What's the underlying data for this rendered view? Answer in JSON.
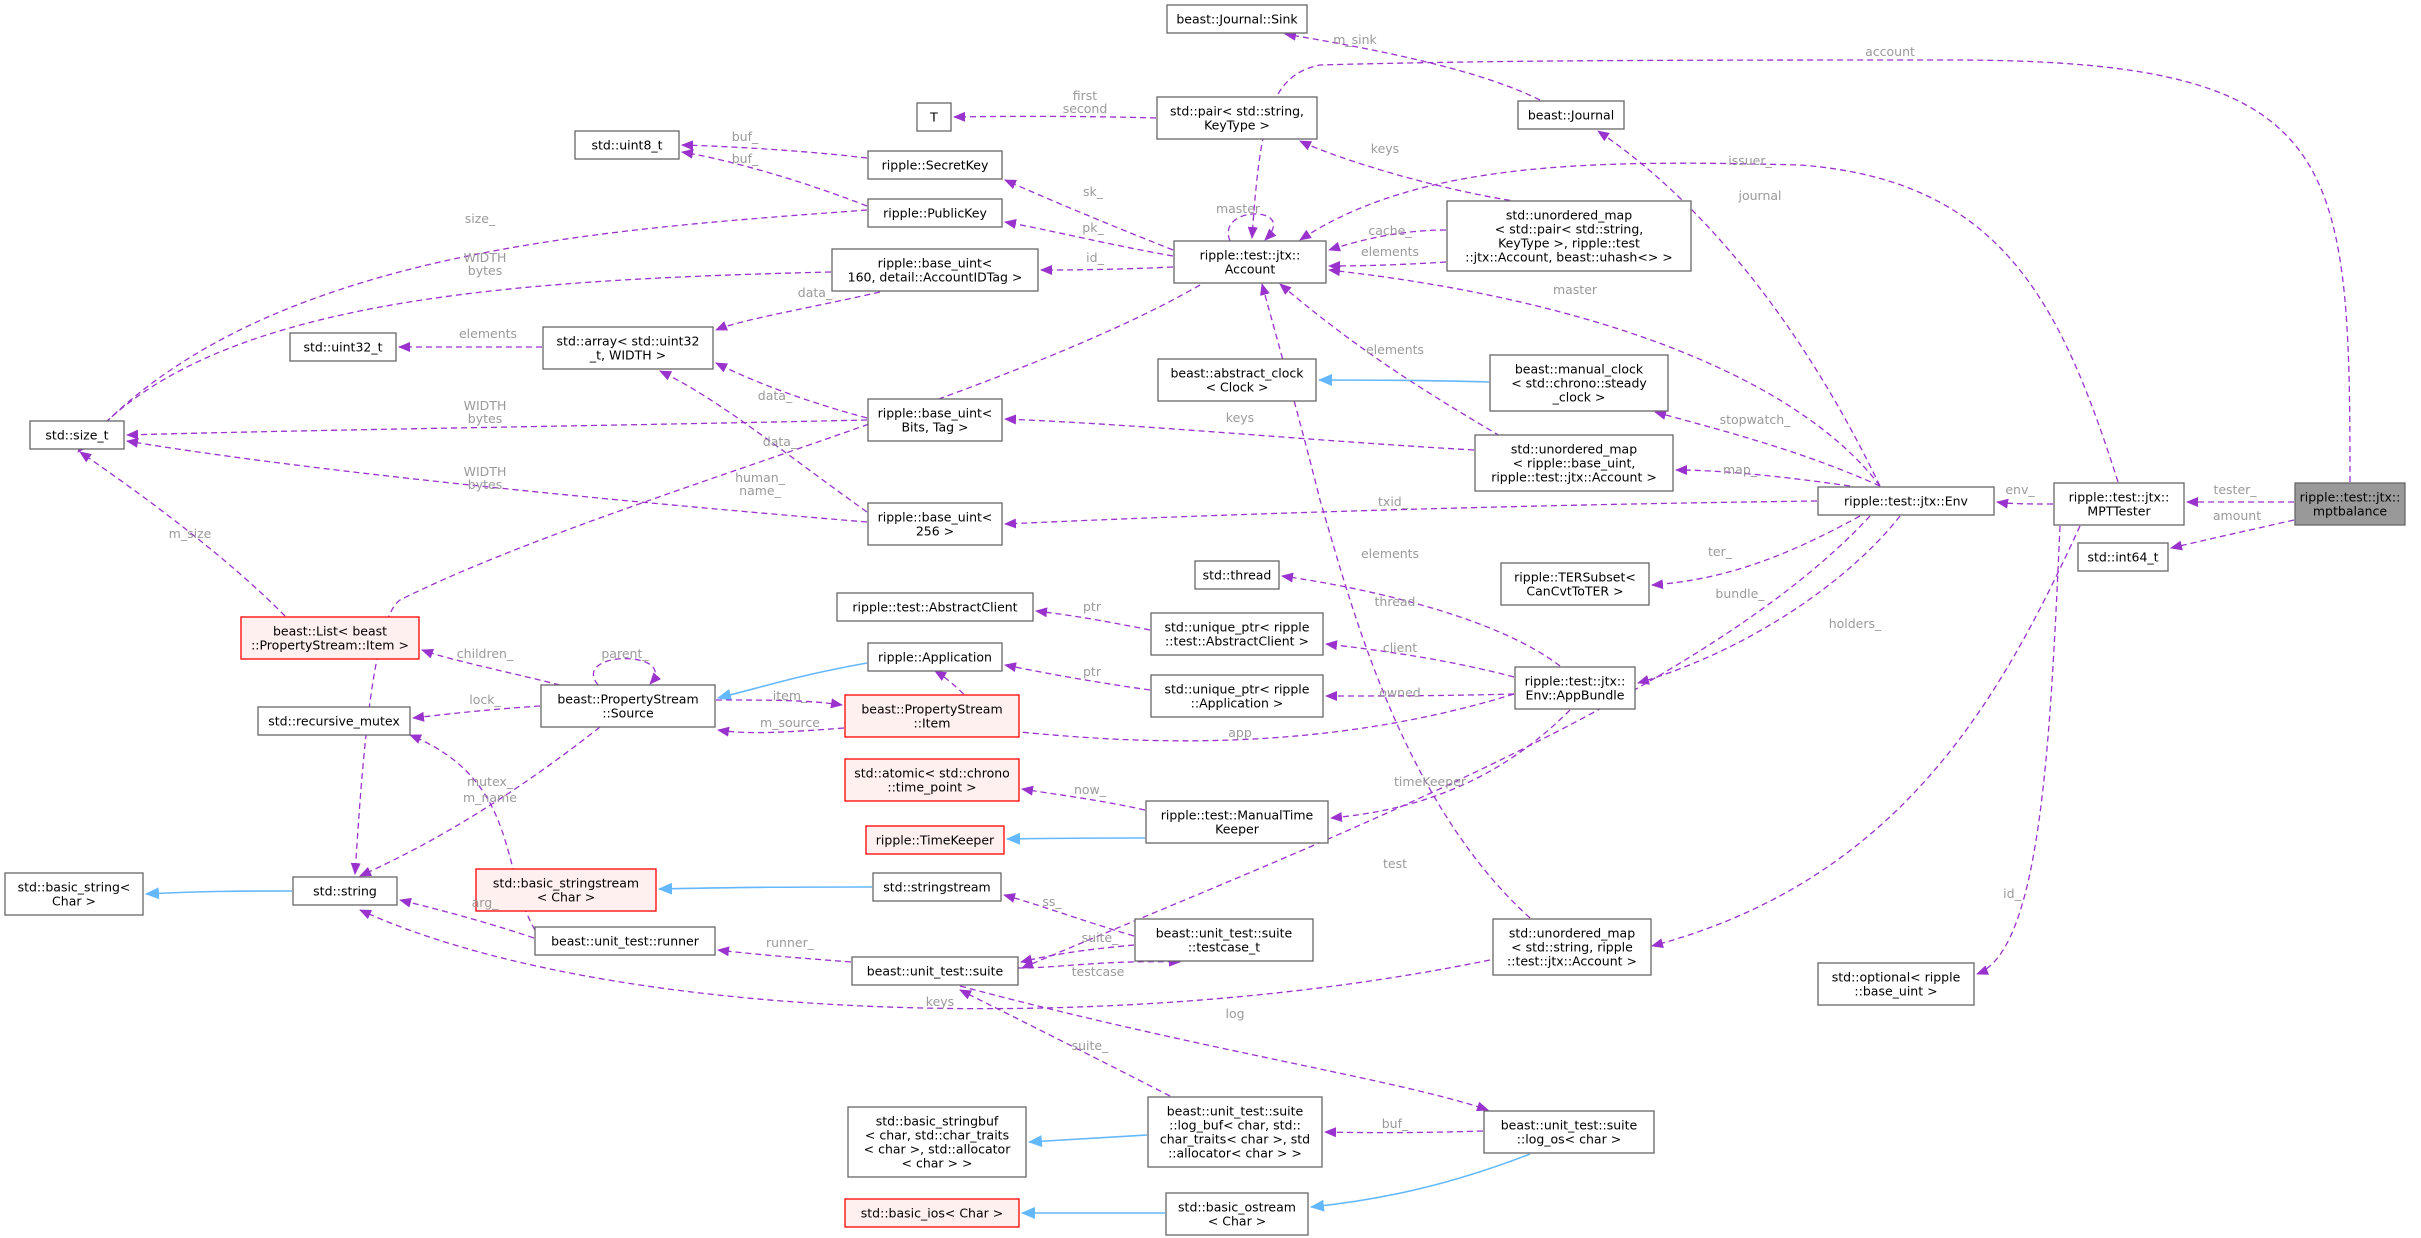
{
  "diagram": {
    "nodes": [
      {
        "id": "mptbalance",
        "lines": [
          "ripple::test::jtx::",
          "mptbalance"
        ],
        "style": "focus"
      },
      {
        "id": "int64",
        "lines": [
          "std::int64_t"
        ]
      },
      {
        "id": "MPTTester",
        "lines": [
          "ripple::test::jtx::",
          "MPTTester"
        ]
      },
      {
        "id": "optional_base_uint",
        "lines": [
          "std::optional< ripple",
          "::base_uint >"
        ]
      },
      {
        "id": "Env",
        "lines": [
          "ripple::test::jtx::Env"
        ]
      },
      {
        "id": "JournalSink",
        "lines": [
          "beast::Journal::Sink"
        ]
      },
      {
        "id": "Journal",
        "lines": [
          "beast::Journal"
        ]
      },
      {
        "id": "pair",
        "lines": [
          "std::pair< std::string,",
          "KeyType >"
        ]
      },
      {
        "id": "T",
        "lines": [
          "T"
        ]
      },
      {
        "id": "uint8",
        "lines": [
          "std::uint8_t"
        ]
      },
      {
        "id": "SecretKey",
        "lines": [
          "ripple::SecretKey"
        ]
      },
      {
        "id": "PublicKey",
        "lines": [
          "ripple::PublicKey"
        ]
      },
      {
        "id": "Account",
        "lines": [
          "ripple::test::jtx::",
          "Account"
        ]
      },
      {
        "id": "umap_pair",
        "lines": [
          "std::unordered_map",
          "< std::pair< std::string,",
          "KeyType >, ripple::test",
          "::jtx::Account, beast::uhash<> >"
        ]
      },
      {
        "id": "base_uint_160",
        "lines": [
          "ripple::base_uint<",
          "160, detail::AccountIDTag >"
        ]
      },
      {
        "id": "uint32",
        "lines": [
          "std::uint32_t"
        ]
      },
      {
        "id": "array_uint32",
        "lines": [
          "std::array< std::uint32",
          "_t, WIDTH >"
        ]
      },
      {
        "id": "size_t",
        "lines": [
          "std::size_t"
        ]
      },
      {
        "id": "abstract_clock",
        "lines": [
          "beast::abstract_clock",
          "< Clock >"
        ]
      },
      {
        "id": "manual_clock",
        "lines": [
          "beast::manual_clock",
          "< std::chrono::steady",
          "_clock >"
        ]
      },
      {
        "id": "base_uint_bits",
        "lines": [
          "ripple::base_uint<",
          "Bits, Tag >"
        ]
      },
      {
        "id": "umap_base_uint",
        "lines": [
          "std::unordered_map",
          "< ripple::base_uint,",
          "ripple::test::jtx::Account >"
        ]
      },
      {
        "id": "base_uint_256",
        "lines": [
          "ripple::base_uint<",
          "256 >"
        ]
      },
      {
        "id": "thread",
        "lines": [
          "std::thread"
        ]
      },
      {
        "id": "TERSubset",
        "lines": [
          "ripple::TERSubset<",
          "CanCvtToTER >"
        ]
      },
      {
        "id": "AbstractClient",
        "lines": [
          "ripple::test::AbstractClient"
        ]
      },
      {
        "id": "uptr_client",
        "lines": [
          "std::unique_ptr< ripple",
          "::test::AbstractClient >"
        ]
      },
      {
        "id": "List",
        "lines": [
          "beast::List< beast",
          "::PropertyStream::Item >"
        ],
        "style": "red"
      },
      {
        "id": "Application",
        "lines": [
          "ripple::Application"
        ]
      },
      {
        "id": "AppBundle",
        "lines": [
          "ripple::test::jtx::",
          "Env::AppBundle"
        ]
      },
      {
        "id": "recursive_mutex",
        "lines": [
          "std::recursive_mutex"
        ]
      },
      {
        "id": "PSSource",
        "lines": [
          "beast::PropertyStream",
          "::Source"
        ]
      },
      {
        "id": "PSItem",
        "lines": [
          "beast::PropertyStream",
          "::Item"
        ],
        "style": "red"
      },
      {
        "id": "uptr_app",
        "lines": [
          "std::unique_ptr< ripple",
          "::Application >"
        ]
      },
      {
        "id": "atomic_tp",
        "lines": [
          "std::atomic< std::chrono",
          "::time_point >"
        ],
        "style": "red"
      },
      {
        "id": "ManualTimeKeeper",
        "lines": [
          "ripple::test::ManualTime",
          "Keeper"
        ]
      },
      {
        "id": "TimeKeeper",
        "lines": [
          "ripple::TimeKeeper"
        ],
        "style": "red"
      },
      {
        "id": "basic_string",
        "lines": [
          "std::basic_string<",
          "Char >"
        ]
      },
      {
        "id": "string",
        "lines": [
          "std::string"
        ]
      },
      {
        "id": "basic_stringstream",
        "lines": [
          "std::basic_stringstream",
          "< Char >"
        ],
        "style": "red"
      },
      {
        "id": "stringstream",
        "lines": [
          "std::stringstream"
        ]
      },
      {
        "id": "runner",
        "lines": [
          "beast::unit_test::runner"
        ]
      },
      {
        "id": "suite",
        "lines": [
          "beast::unit_test::suite"
        ]
      },
      {
        "id": "testcase_t",
        "lines": [
          "beast::unit_test::suite",
          "::testcase_t"
        ]
      },
      {
        "id": "umap_string",
        "lines": [
          "std::unordered_map",
          "< std::string, ripple",
          "::test::jtx::Account >"
        ]
      },
      {
        "id": "basic_stringbuf",
        "lines": [
          "std::basic_stringbuf",
          "< char, std::char_traits",
          "< char >, std::allocator",
          "< char > >"
        ]
      },
      {
        "id": "log_buf",
        "lines": [
          "beast::unit_test::suite",
          "::log_buf< char, std::",
          "char_traits< char >, std",
          "::allocator< char > >"
        ]
      },
      {
        "id": "log_os",
        "lines": [
          "beast::unit_test::suite",
          "::log_os< char >"
        ]
      },
      {
        "id": "basic_ios",
        "lines": [
          "std::basic_ios< Char >"
        ],
        "style": "red"
      },
      {
        "id": "basic_ostream",
        "lines": [
          "std::basic_ostream",
          "< Char >"
        ]
      }
    ],
    "edges": [
      {
        "label": [
          "tester_"
        ]
      },
      {
        "label": [
          "amount"
        ]
      },
      {
        "label": [
          "account"
        ]
      },
      {
        "label": [
          "issuer_"
        ]
      },
      {
        "label": [
          "holders_"
        ]
      },
      {
        "label": [
          "id_"
        ]
      },
      {
        "label": [
          "env_"
        ]
      },
      {
        "label": [
          "m_sink"
        ]
      },
      {
        "label": [
          "journal"
        ]
      },
      {
        "label": [
          "keys"
        ]
      },
      {
        "label": [
          "first",
          "second"
        ]
      },
      {
        "label": [
          "buf_"
        ]
      },
      {
        "label": [
          "buf_"
        ]
      },
      {
        "label": [
          "sk_"
        ]
      },
      {
        "label": [
          "pk_"
        ]
      },
      {
        "label": [
          "size_"
        ]
      },
      {
        "label": [
          "master"
        ]
      },
      {
        "label": [
          "id_"
        ]
      },
      {
        "label": [
          "cache_"
        ]
      },
      {
        "label": [
          "elements"
        ]
      },
      {
        "label": [
          "WIDTH",
          "bytes"
        ]
      },
      {
        "label": [
          "data_"
        ]
      },
      {
        "label": [
          "elements"
        ]
      },
      {
        "label": [
          "master"
        ]
      },
      {
        "label": [
          "elements"
        ]
      },
      {
        "label": []
      },
      {
        "label": [
          "stopwatch_"
        ]
      },
      {
        "label": [
          "data_"
        ]
      },
      {
        "label": [
          "WIDTH",
          "bytes"
        ]
      },
      {
        "label": [
          "keys"
        ]
      },
      {
        "label": [
          "map_"
        ]
      },
      {
        "label": [
          "data_"
        ]
      },
      {
        "label": [
          "WIDTH",
          "bytes"
        ]
      },
      {
        "label": [
          "txid_"
        ]
      },
      {
        "label": [
          "human_",
          "name_"
        ]
      },
      {
        "label": [
          "ter_"
        ]
      },
      {
        "label": [
          "bundle_"
        ]
      },
      {
        "label": [
          "thread"
        ]
      },
      {
        "label": [
          "ptr"
        ]
      },
      {
        "label": [
          "client"
        ]
      },
      {
        "label": [
          "m_size"
        ]
      },
      {
        "label": [
          "children_"
        ]
      },
      {
        "label": []
      },
      {
        "label": [
          "app"
        ]
      },
      {
        "label": [
          "ptr"
        ]
      },
      {
        "label": [
          "owned"
        ]
      },
      {
        "label": [
          "lock_"
        ]
      },
      {
        "label": [
          "parent_"
        ]
      },
      {
        "label": [
          "item_"
        ]
      },
      {
        "label": [
          "m_source"
        ]
      },
      {
        "label": [
          "mutex_"
        ]
      },
      {
        "label": [
          "m_name"
        ]
      },
      {
        "label": [
          "now_"
        ]
      },
      {
        "label": [
          "timeKeeper"
        ]
      },
      {
        "label": []
      },
      {
        "label": []
      },
      {
        "label": [
          "elements"
        ]
      },
      {
        "label": [
          "arg_"
        ]
      },
      {
        "label": []
      },
      {
        "label": [
          "ss_"
        ]
      },
      {
        "label": [
          "runner_"
        ]
      },
      {
        "label": [
          "suite_"
        ]
      },
      {
        "label": [
          "testcase"
        ]
      },
      {
        "label": [
          "test"
        ]
      },
      {
        "label": [
          "keys"
        ]
      },
      {
        "label": [
          "log"
        ]
      },
      {
        "label": [
          "suite_"
        ]
      },
      {
        "label": []
      },
      {
        "label": [
          "buf_"
        ]
      },
      {
        "label": []
      },
      {
        "label": []
      }
    ]
  }
}
